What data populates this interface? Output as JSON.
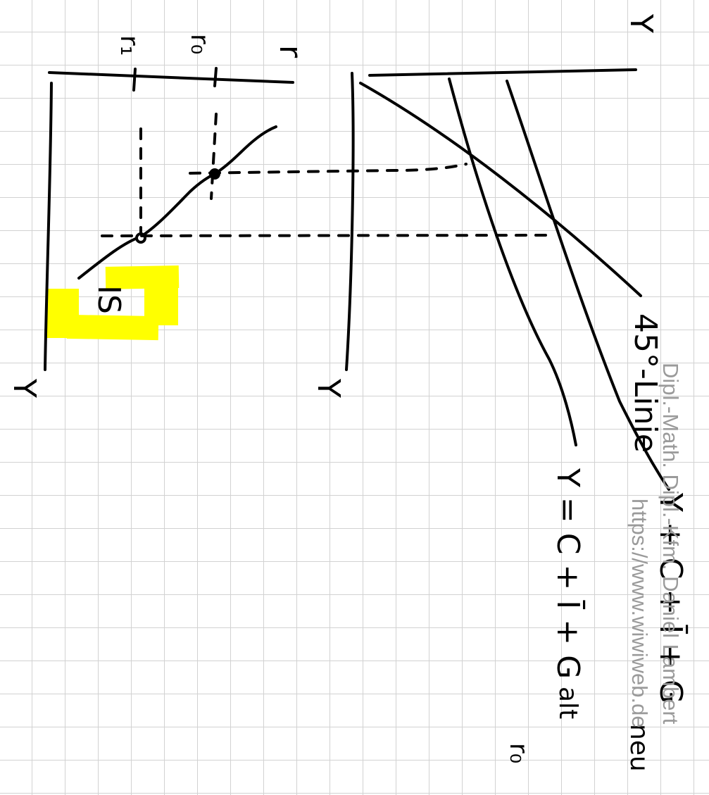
{
  "left_panel": {
    "axis_top_label": "r",
    "tick_1_label": "r₁",
    "tick_2_label": "r₀",
    "axis_side_label": "Y",
    "curve_label": "IS",
    "curve_label_highlight_color": "#ffff00"
  },
  "right_panel": {
    "axis_top_label": "Y",
    "axis_side_label": "Y",
    "line_45_label": "45°-Linie",
    "ae1_label": "Y + C + Ī + G",
    "ae1_sub_label": "neu",
    "ae2_label": "Y = C + Ī + G",
    "ae2_sub_label": "alt",
    "ae2_sub_label_2": "r₀"
  },
  "watermark": {
    "line1": "Dipl.-Math. Dipl.-Kfm. Daniel Lambert",
    "line2": "https://www.wiwiweb.de"
  }
}
